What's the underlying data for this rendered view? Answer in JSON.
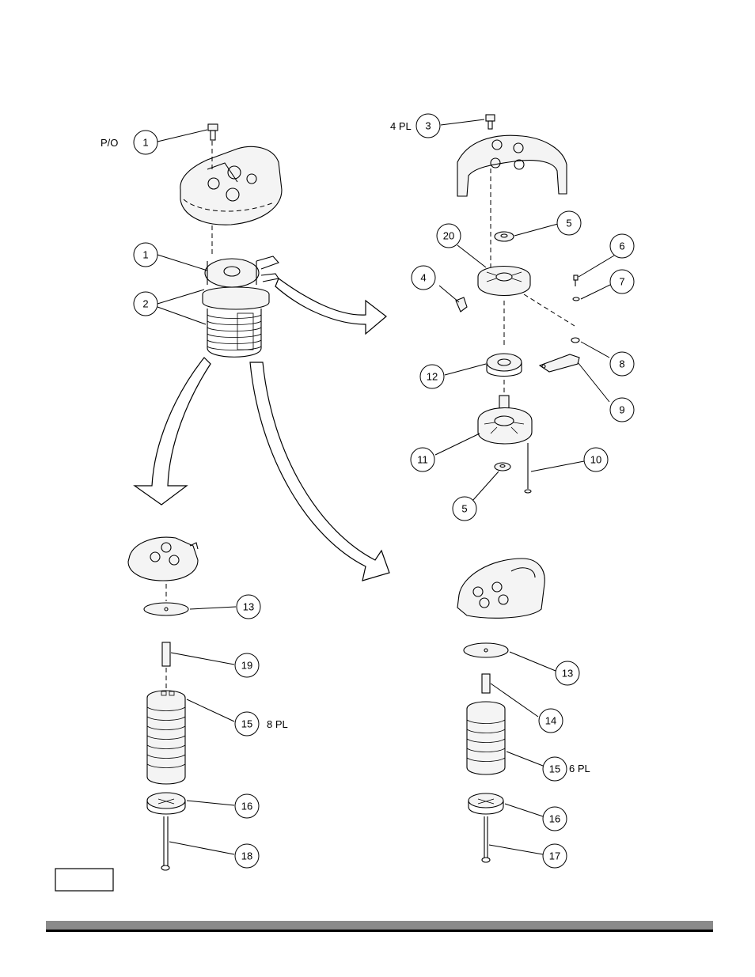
{
  "callouts": [
    {
      "id": "c-1a",
      "label": "1"
    },
    {
      "id": "c-1b",
      "label": "1"
    },
    {
      "id": "c-2",
      "label": "2"
    },
    {
      "id": "c-3",
      "label": "3"
    },
    {
      "id": "c-20",
      "label": "20"
    },
    {
      "id": "c-5a",
      "label": "5"
    },
    {
      "id": "c-6",
      "label": "6"
    },
    {
      "id": "c-4",
      "label": "4"
    },
    {
      "id": "c-7",
      "label": "7"
    },
    {
      "id": "c-8",
      "label": "8"
    },
    {
      "id": "c-12",
      "label": "12"
    },
    {
      "id": "c-9",
      "label": "9"
    },
    {
      "id": "c-11",
      "label": "11"
    },
    {
      "id": "c-10",
      "label": "10"
    },
    {
      "id": "c-5b",
      "label": "5"
    },
    {
      "id": "c-13a",
      "label": "13"
    },
    {
      "id": "c-19",
      "label": "19"
    },
    {
      "id": "c-15a",
      "label": "15"
    },
    {
      "id": "c-16a",
      "label": "16"
    },
    {
      "id": "c-18",
      "label": "18"
    },
    {
      "id": "c-13b",
      "label": "13"
    },
    {
      "id": "c-14",
      "label": "14"
    },
    {
      "id": "c-15b",
      "label": "15"
    },
    {
      "id": "c-16b",
      "label": "16"
    },
    {
      "id": "c-17",
      "label": "17"
    }
  ],
  "notes": {
    "po": "P/O",
    "four_pl": "4 PL",
    "eight_pl": "8 PL",
    "six_pl": "6 PL"
  },
  "footer_box_text": "",
  "colors": {
    "rule_gray": "#8a8a8a",
    "rule_dark": "#000000"
  }
}
